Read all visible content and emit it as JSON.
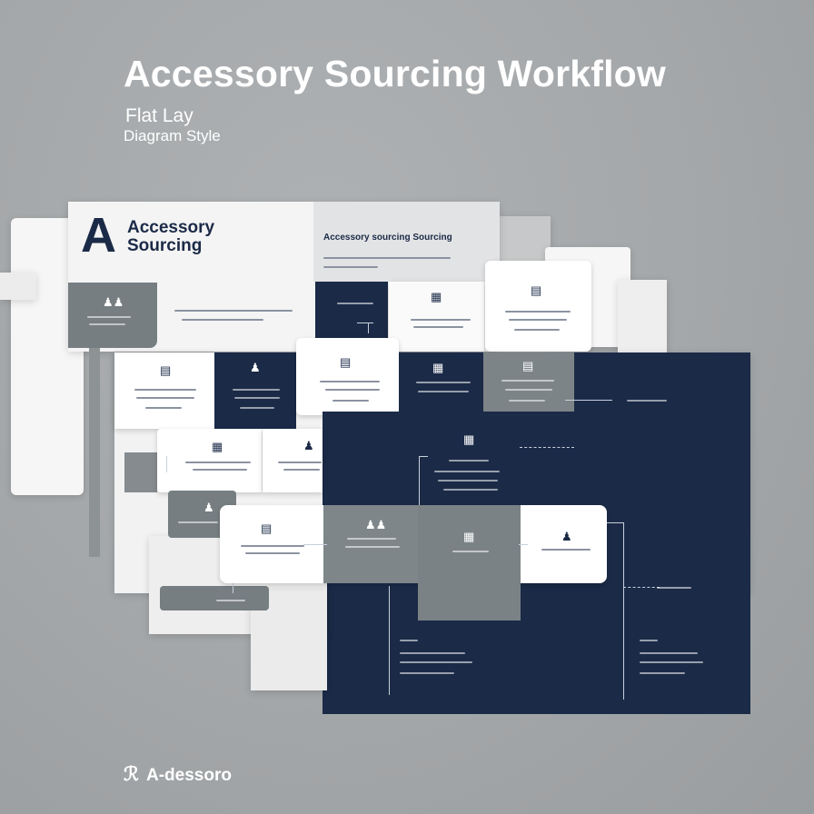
{
  "header": {
    "title": "Accessory Sourcing Workflow",
    "subtitle_line1": "Flat Lay",
    "subtitle_line2": "Diagram Style"
  },
  "brand_card": {
    "logo_letter": "A",
    "name_line1": "Accessory",
    "name_line2": "Sourcing",
    "heading": "Accessory sourcing Sourcing"
  },
  "footer": {
    "logo_mark": "ℛ",
    "logo_text": "A-dessoro"
  },
  "icons": {
    "people": "people-icon",
    "document": "document-icon",
    "calendar": "calendar-icon",
    "person": "person-icon",
    "grid": "grid-icon",
    "briefcase": "briefcase-icon"
  },
  "colors": {
    "navy": "#1b2a47",
    "slate": "#767e82",
    "paper": "#f6f6f6",
    "background": "#a4a7a9"
  }
}
